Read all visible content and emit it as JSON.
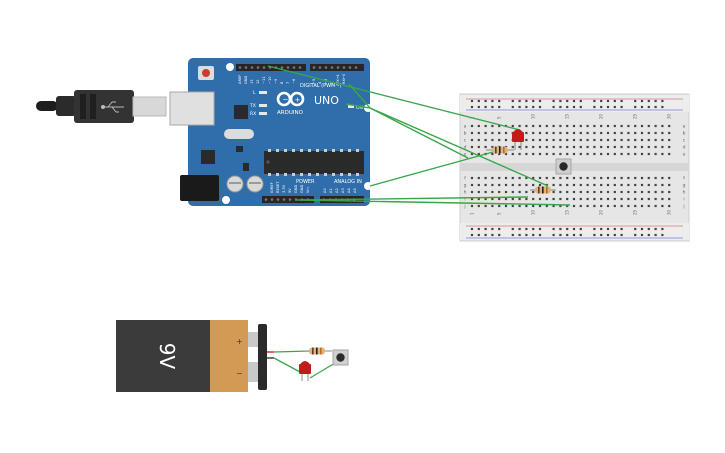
{
  "arduino": {
    "logo_text": "ARDUINO",
    "model": "UNO",
    "digital_label": "DIGITAL (PWM~)",
    "power_label": "POWER",
    "analog_label": "ANALOG IN",
    "on_label": "ON",
    "led_labels": [
      "L",
      "TX",
      "RX"
    ],
    "digital_pins": [
      "AREF",
      "GND",
      "13",
      "12",
      "~11",
      "~10",
      "~9",
      "8",
      "7",
      "~6",
      "~5",
      "4",
      "~3",
      "2",
      "TX→1",
      "RX←0"
    ],
    "power_pins": [
      "IOREF",
      "RESET",
      "3.3V",
      "5V",
      "GND",
      "GND",
      "Vin"
    ],
    "analog_pins": [
      "A0",
      "A1",
      "A2",
      "A3",
      "A4",
      "A5"
    ]
  },
  "battery": {
    "label": "9V",
    "plus": "+",
    "minus": "−"
  },
  "breadboard": {
    "column_numbers": [
      "1",
      "5",
      "10",
      "15",
      "20",
      "25",
      "30"
    ],
    "row_letters_top": [
      "a",
      "b",
      "c",
      "d",
      "e"
    ],
    "row_letters_bottom": [
      "f",
      "g",
      "h",
      "i",
      "j"
    ]
  },
  "colors": {
    "board": "#2f6eaa",
    "wire": "#3aa64a",
    "led": "#c41a1a",
    "battery_body": "#3b3b3b",
    "battery_cap": "#d39a56"
  }
}
